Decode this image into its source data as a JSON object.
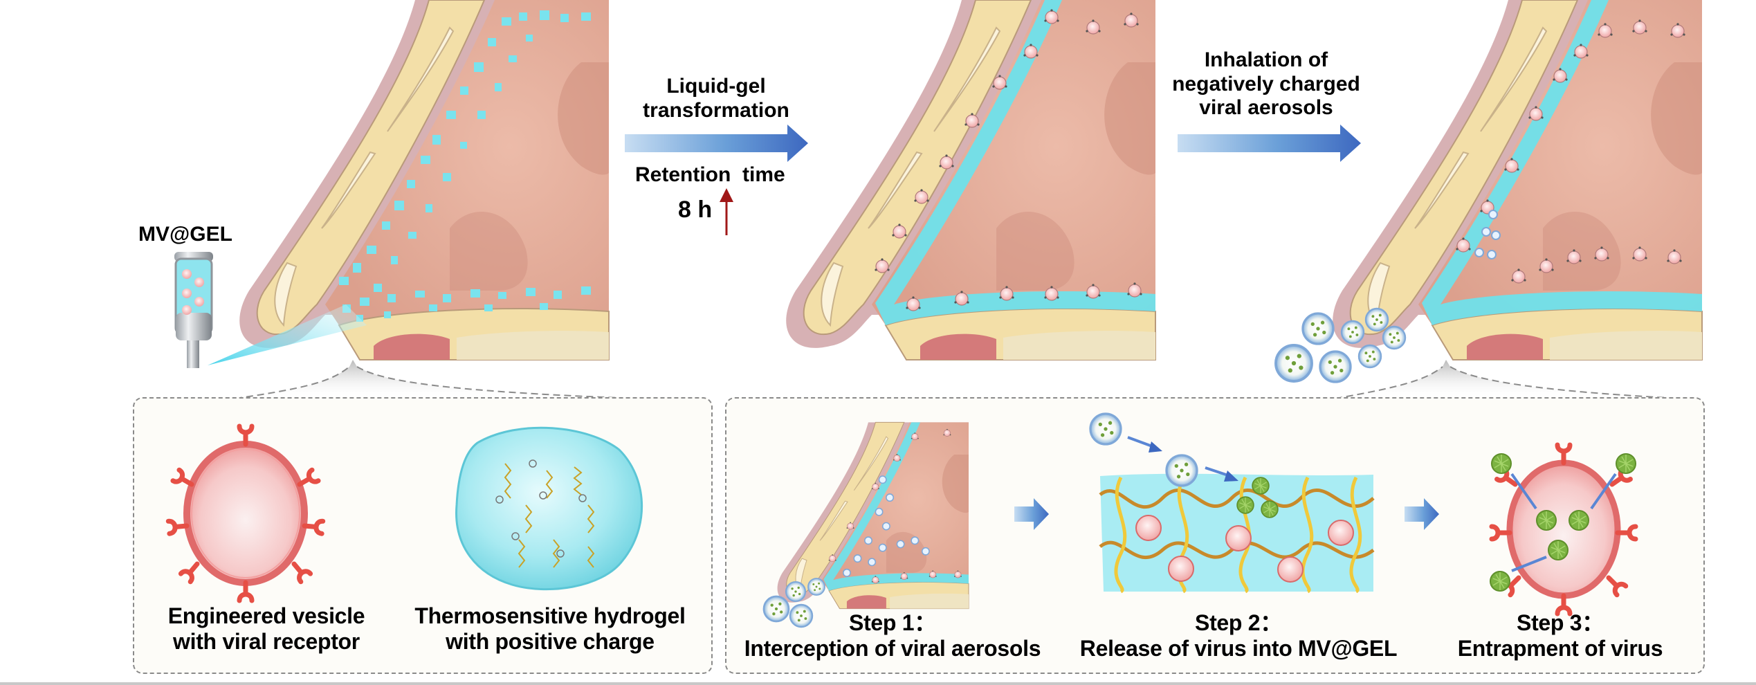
{
  "figure": {
    "top_row": {
      "spray_label": "MV@GEL",
      "transition_1": {
        "line1": "Liquid-gel",
        "line2": "transformation",
        "below_label": "Retention  time",
        "retention_value": "8 h",
        "retention_trend": "increase"
      },
      "transition_2": {
        "line1": "Inhalation of",
        "line2": "negatively charged",
        "line3": "viral aerosols"
      }
    },
    "bottom_left_panel": {
      "components": [
        {
          "line1": "Engineered vesicle",
          "line2": "with viral receptor"
        },
        {
          "line1": "Thermosensitive hydrogel",
          "line2": "with positive charge"
        }
      ]
    },
    "bottom_right_panel": {
      "steps": [
        {
          "title": "Step 1：",
          "desc": "Interception of viral aerosols"
        },
        {
          "title": "Step 2：",
          "desc": "Release of virus into MV@GEL"
        },
        {
          "title": "Step 3：",
          "desc": "Entrapment of virus"
        }
      ]
    },
    "colors": {
      "gel_cyan": "#6fe0ea",
      "tissue_pink": "#e6ad9a",
      "cartilage_yellow": "#f3dfa8",
      "skin_mauve": "#c9a0a6",
      "vesicle_red": "#e45a5a",
      "virus_green": "#7cb342",
      "arrow_blue": "#3f6fc4",
      "arrow_red": "#a01818"
    }
  }
}
